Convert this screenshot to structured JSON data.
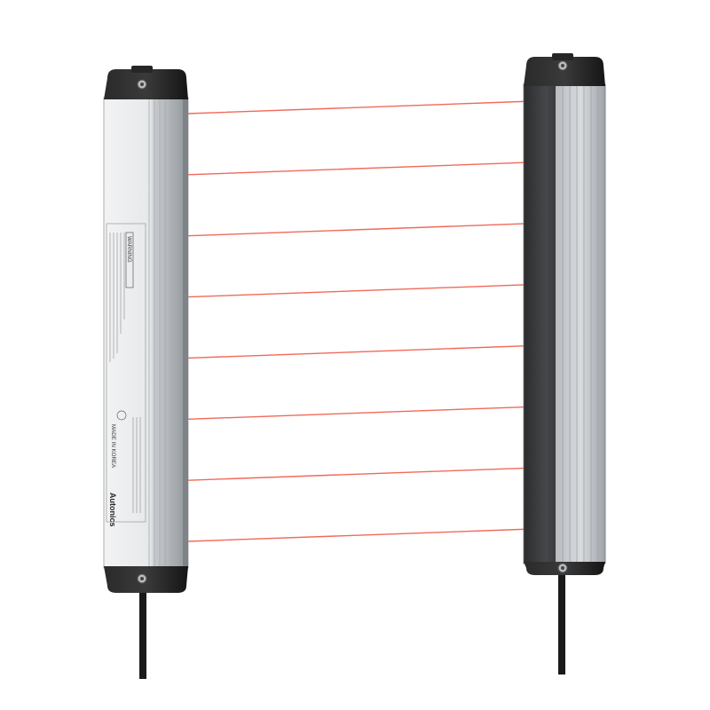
{
  "product": {
    "brand": "Autonics",
    "made_in": "MADE IN KOREA",
    "warning": "WARNING"
  },
  "colors": {
    "beam": "#f06a5a",
    "body_light": "#d8dadc",
    "body_dark": "#3d3d3f",
    "cap": "#1e1e1e",
    "cable": "#1a1a1a"
  },
  "beams": {
    "count": 8
  }
}
